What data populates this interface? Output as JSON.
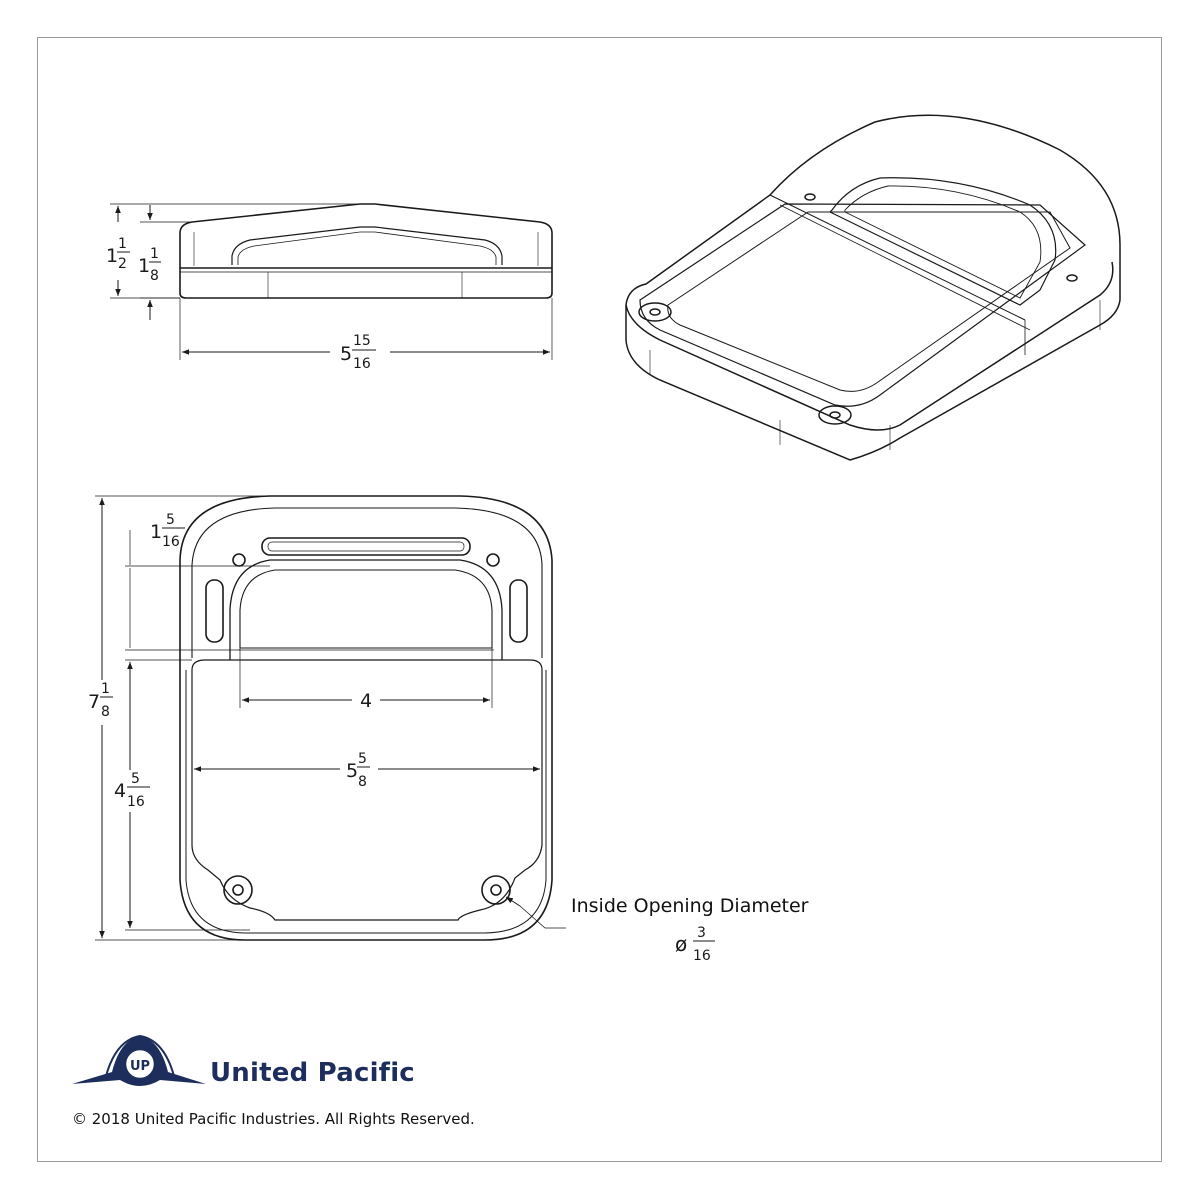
{
  "dimensions": {
    "side_height_outer": {
      "whole": "1",
      "num": "1",
      "den": "2"
    },
    "side_height_inner": {
      "whole": "1",
      "num": "1",
      "den": "8"
    },
    "side_width": {
      "whole": "5",
      "num": "15",
      "den": "16"
    },
    "front_overall_height": {
      "whole": "7",
      "num": "1",
      "den": "8"
    },
    "front_top_offset": {
      "whole": "1",
      "num": "5",
      "den": "16"
    },
    "front_lower_height": {
      "whole": "4",
      "num": "5",
      "den": "16"
    },
    "front_window_width": "4",
    "front_width": {
      "whole": "5",
      "num": "5",
      "den": "8"
    },
    "hole_diameter": {
      "symbol": "ø",
      "num": "3",
      "den": "16"
    }
  },
  "callout": {
    "label": "Inside Opening Diameter"
  },
  "brand": {
    "name": "United Pacific",
    "logo_letters": "UP",
    "color": "#1d2e5c"
  },
  "footer": {
    "copyright": "© 2018 United Pacific Industries. All Rights Reserved."
  }
}
